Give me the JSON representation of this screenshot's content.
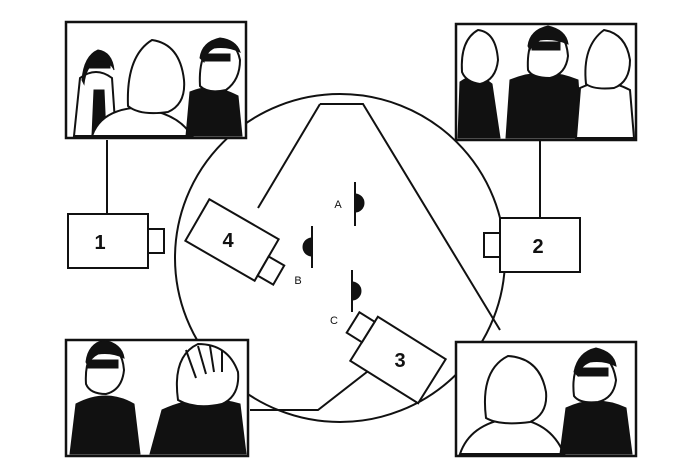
{
  "cameras": [
    {
      "id": "camera-1",
      "number": "1"
    },
    {
      "id": "camera-2",
      "number": "2"
    },
    {
      "id": "camera-3",
      "number": "3"
    },
    {
      "id": "camera-4",
      "number": "4"
    }
  ],
  "actors": [
    {
      "id": "actor-a",
      "label": "A"
    },
    {
      "id": "actor-b",
      "label": "B"
    },
    {
      "id": "actor-c",
      "label": "C"
    }
  ],
  "colors": {
    "ink": "#111111",
    "background": "#ffffff"
  }
}
